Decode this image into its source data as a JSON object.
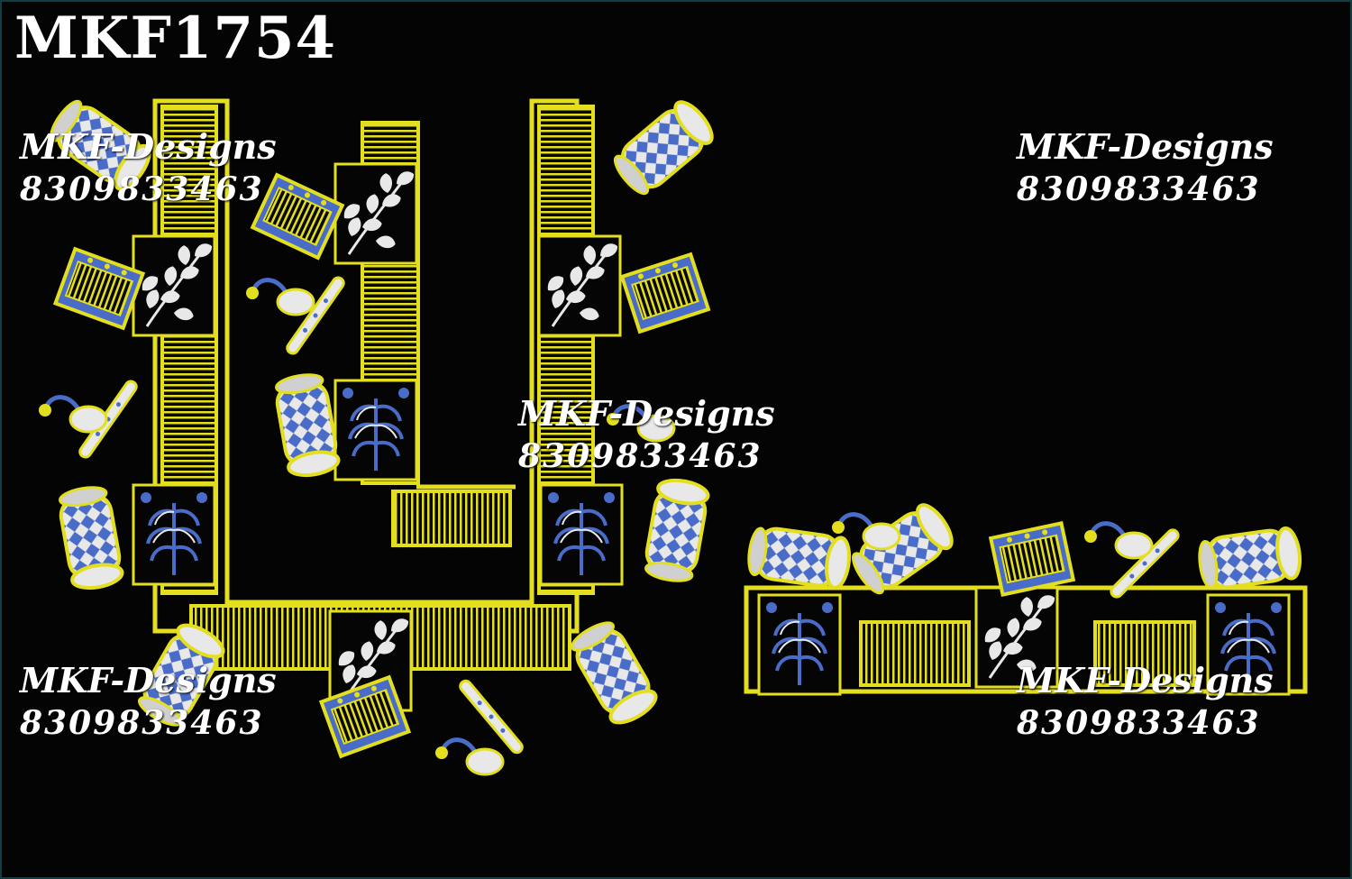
{
  "design_code": "MKF1754",
  "watermarks": [
    {
      "brand": "MKF-Designs",
      "phone": "8309833463"
    },
    {
      "brand": "MKF-Designs",
      "phone": "8309833463"
    },
    {
      "brand": "MKF-Designs",
      "phone": "8309833463"
    },
    {
      "brand": "MKF-Designs",
      "phone": "8309833463"
    },
    {
      "brand": "MKF-Designs",
      "phone": "8309833463"
    }
  ],
  "colors": {
    "background": "#040404",
    "thread_gold": "#e3df1f",
    "thread_blue": "#4a6cc9",
    "thread_white": "#e8e8e8"
  }
}
